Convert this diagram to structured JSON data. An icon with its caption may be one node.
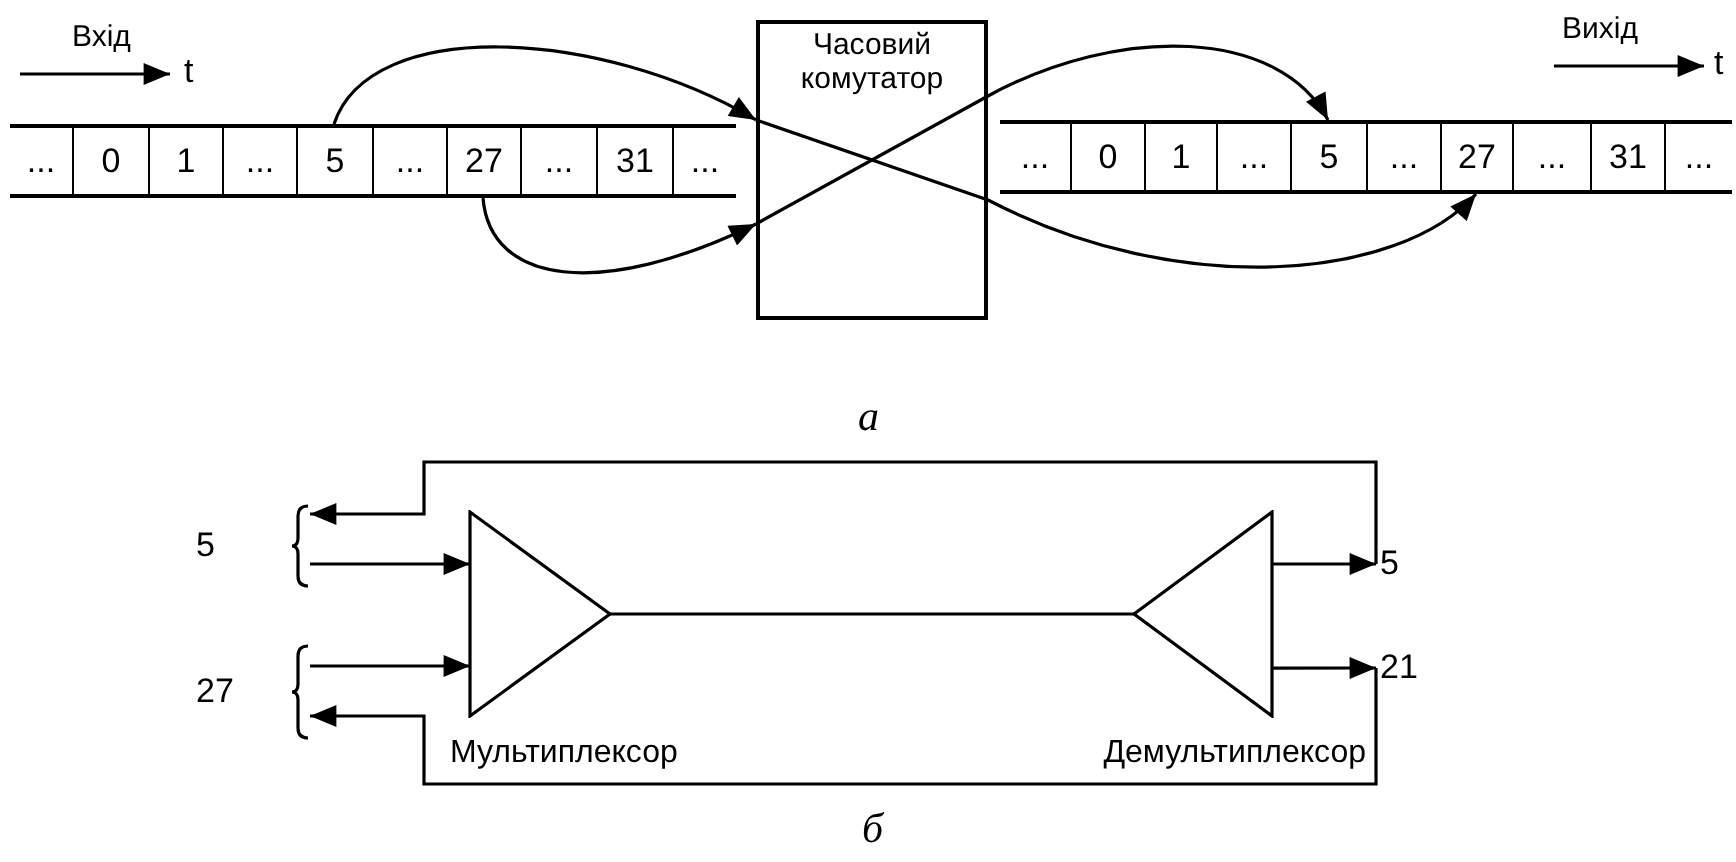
{
  "diagram": {
    "nodes": [
      {
        "text": [
          "Часовий комутатор"
        ]
      },
      {
        "text": [
          "..."
        ]
      },
      {
        "text": [
          "0"
        ]
      },
      {
        "text": [
          "1"
        ]
      },
      {
        "text": [
          "..."
        ]
      },
      {
        "text": [
          "5"
        ]
      },
      {
        "text": [
          "..."
        ]
      },
      {
        "text": [
          "27"
        ]
      },
      {
        "text": [
          "..."
        ]
      },
      {
        "text": [
          "31"
        ]
      },
      {
        "text": [
          "..."
        ]
      },
      {
        "text": [
          "..."
        ]
      },
      {
        "text": [
          "0"
        ]
      },
      {
        "text": [
          "1"
        ]
      },
      {
        "text": [
          "..."
        ]
      },
      {
        "text": [
          "5"
        ]
      },
      {
        "text": [
          "..."
        ]
      },
      {
        "text": [
          "27"
        ]
      },
      {
        "text": [
          "..."
        ]
      },
      {
        "text": [
          "31"
        ]
      },
      {
        "text": [
          "..."
        ]
      },
      {
        "text": [
          "5"
        ]
      },
      {
        "text": [
          "27"
        ]
      },
      {
        "text": [
          "Мультиплексор"
        ]
      },
      {
        "text": [
          "Демультиплексор"
        ]
      },
      {
        "text": [
          "5"
        ]
      },
      {
        "text": [
          "21"
        ]
      }
    ],
    "edges": [
      {
        "from": 5,
        "to": 0,
        "arrow": "to"
      },
      {
        "from": 7,
        "to": 0,
        "arrow": "to"
      },
      {
        "from": 0,
        "to": 15,
        "arrow": "to"
      },
      {
        "from": 0,
        "to": 17,
        "arrow": "to"
      },
      {
        "from": 21,
        "to": 23,
        "arrow": "to"
      },
      {
        "from": 22,
        "to": 23,
        "arrow": "to"
      },
      {
        "from": 23,
        "to": 24,
        "arrow": "none"
      },
      {
        "from": 24,
        "to": 25,
        "arrow": "to"
      },
      {
        "from": 24,
        "to": 26,
        "arrow": "to"
      },
      {
        "from": 25,
        "to": 21,
        "arrow": "to"
      },
      {
        "from": 26,
        "to": 22,
        "arrow": "to"
      }
    ],
    "labels": [
      "Вхід",
      "t",
      "Вихід",
      "t",
      "а",
      "б"
    ]
  }
}
